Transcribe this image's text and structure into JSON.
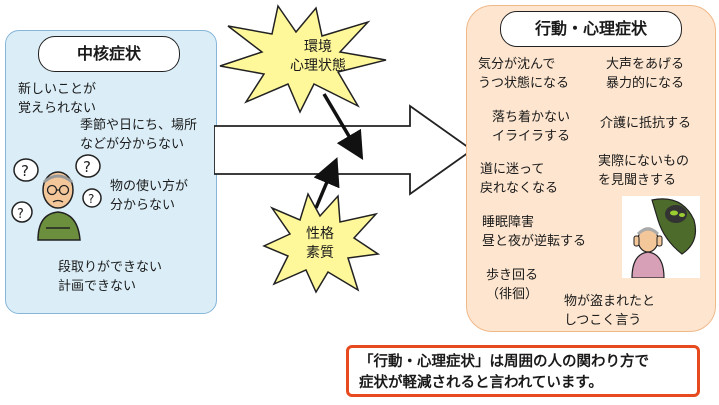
{
  "core": {
    "title": "中核症状",
    "items": [
      "新しいことが\n覚えられない",
      "季節や日にち、場所\nなどが分からない",
      "物の使い方が\n分からない",
      "段取りができない\n計画できない"
    ]
  },
  "bursts": {
    "environment": "環境\n心理状態",
    "personality": "性格\n素質"
  },
  "bpsd": {
    "title": "行動・心理症状",
    "items": [
      "気分が沈んで\nうつ状態になる",
      "大声をあげる\n暴力的になる",
      "落ち着かない\nイライラする",
      "介護に抵抗する",
      "道に迷って\n戻れなくなる",
      "実際にないもの\nを見聞きする",
      "睡眠障害\n昼と夜が逆転する",
      "歩き回る\n（徘徊）",
      "物が盗まれたと\nしつこく言う"
    ]
  },
  "note": {
    "text": "「行動・心理症状」は周囲の人の関わり方で\n症状が軽減されると言われています。"
  },
  "colors": {
    "core_panel": "#dbeef8",
    "bpsd_panel": "#fde5cf",
    "burst": "#fff89a",
    "note_border": "#e64a1e"
  }
}
